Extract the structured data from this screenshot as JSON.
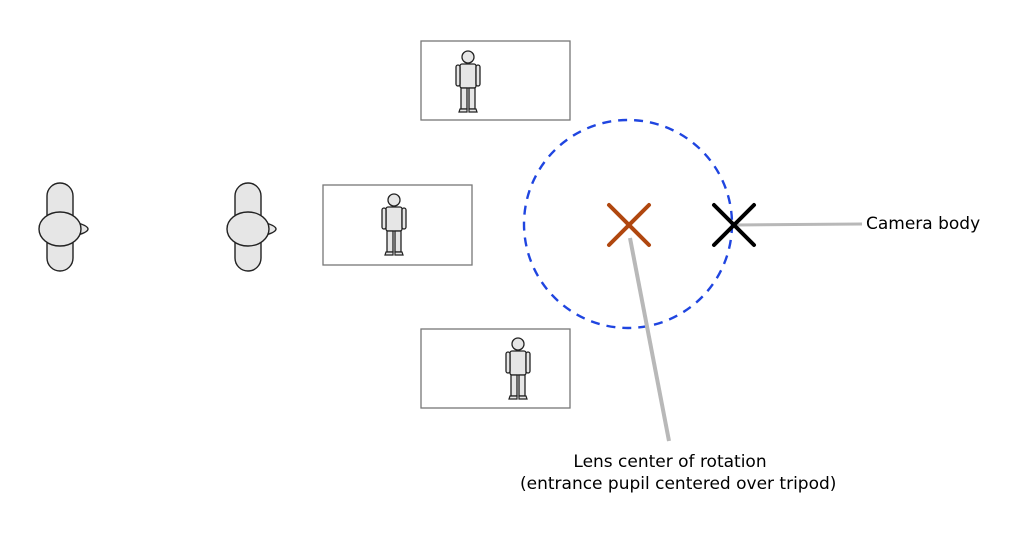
{
  "labels": {
    "camera_body": "Camera body",
    "lens_center_line1": "Lens center of rotation",
    "lens_center_line2": "(entrance pupil centered over tripod)"
  },
  "colors": {
    "rotation_circle": "#1f45e0",
    "lens_center_mark": "#b0470f",
    "camera_body_mark": "#000000",
    "leader_line": "#b8b8b8",
    "figure_fill": "#e6e6e6"
  },
  "icons": {
    "viewer": "person-top-view-icon",
    "subject": "standing-person-icon",
    "lens_mark": "x-mark-icon",
    "camera_mark": "x-mark-icon"
  }
}
